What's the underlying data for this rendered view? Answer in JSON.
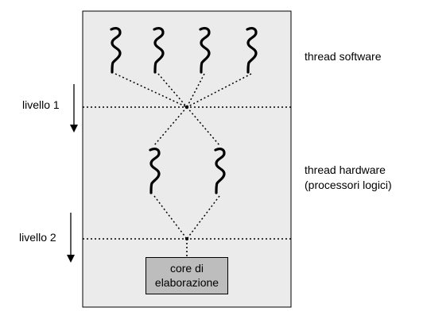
{
  "labels": {
    "thread_software": "thread software",
    "thread_hardware_line1": "thread hardware",
    "thread_hardware_line2": "(processori logici)",
    "level1": "livello 1",
    "level2": "livello 2",
    "core_line1": "core di",
    "core_line2": "elaborazione"
  },
  "colors": {
    "panel": "#ebebeb",
    "core_box": "#bdbdbd",
    "line": "#000000"
  },
  "icons": {
    "software_thread": "squiggle-thread-icon",
    "hardware_thread": "squiggle-thread-icon",
    "arrow": "arrow-down-icon"
  }
}
